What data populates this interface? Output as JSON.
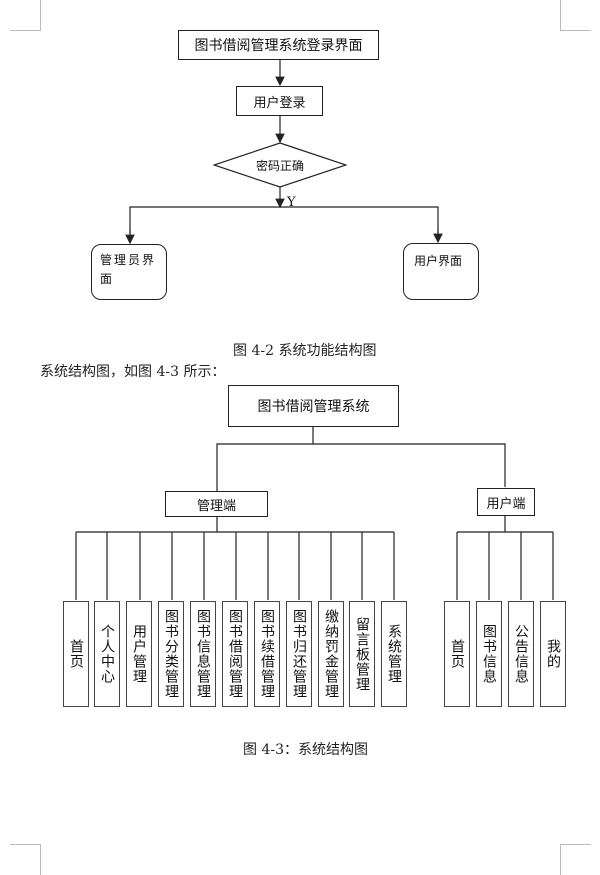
{
  "flowchart": {
    "login_page": "图书借阅管理系统登录界面",
    "user_login": "用户登录",
    "password_check": "密码正确",
    "yes_label": "Y",
    "admin_page": "管理员界面",
    "user_page": "用户界面"
  },
  "caption_4_2": "图 4-2 系统功能结构图",
  "intro_text": "系统结构图，如图 4-3 所示：",
  "structure": {
    "root": "图书借阅管理系统",
    "admin_end": "管理端",
    "user_end": "用户端",
    "admin_modules": [
      "首页",
      "个人中心",
      "用户管理",
      "图书分类管理",
      "图书信息管理",
      "图书借阅管理",
      "图书续借管理",
      "图书归还管理",
      "缴纳罚金管理",
      "留言板管理",
      "系统管理"
    ],
    "user_modules": [
      "首页",
      "图书信息",
      "公告信息",
      "我的"
    ]
  },
  "caption_4_3": "图 4-3：系统结构图"
}
